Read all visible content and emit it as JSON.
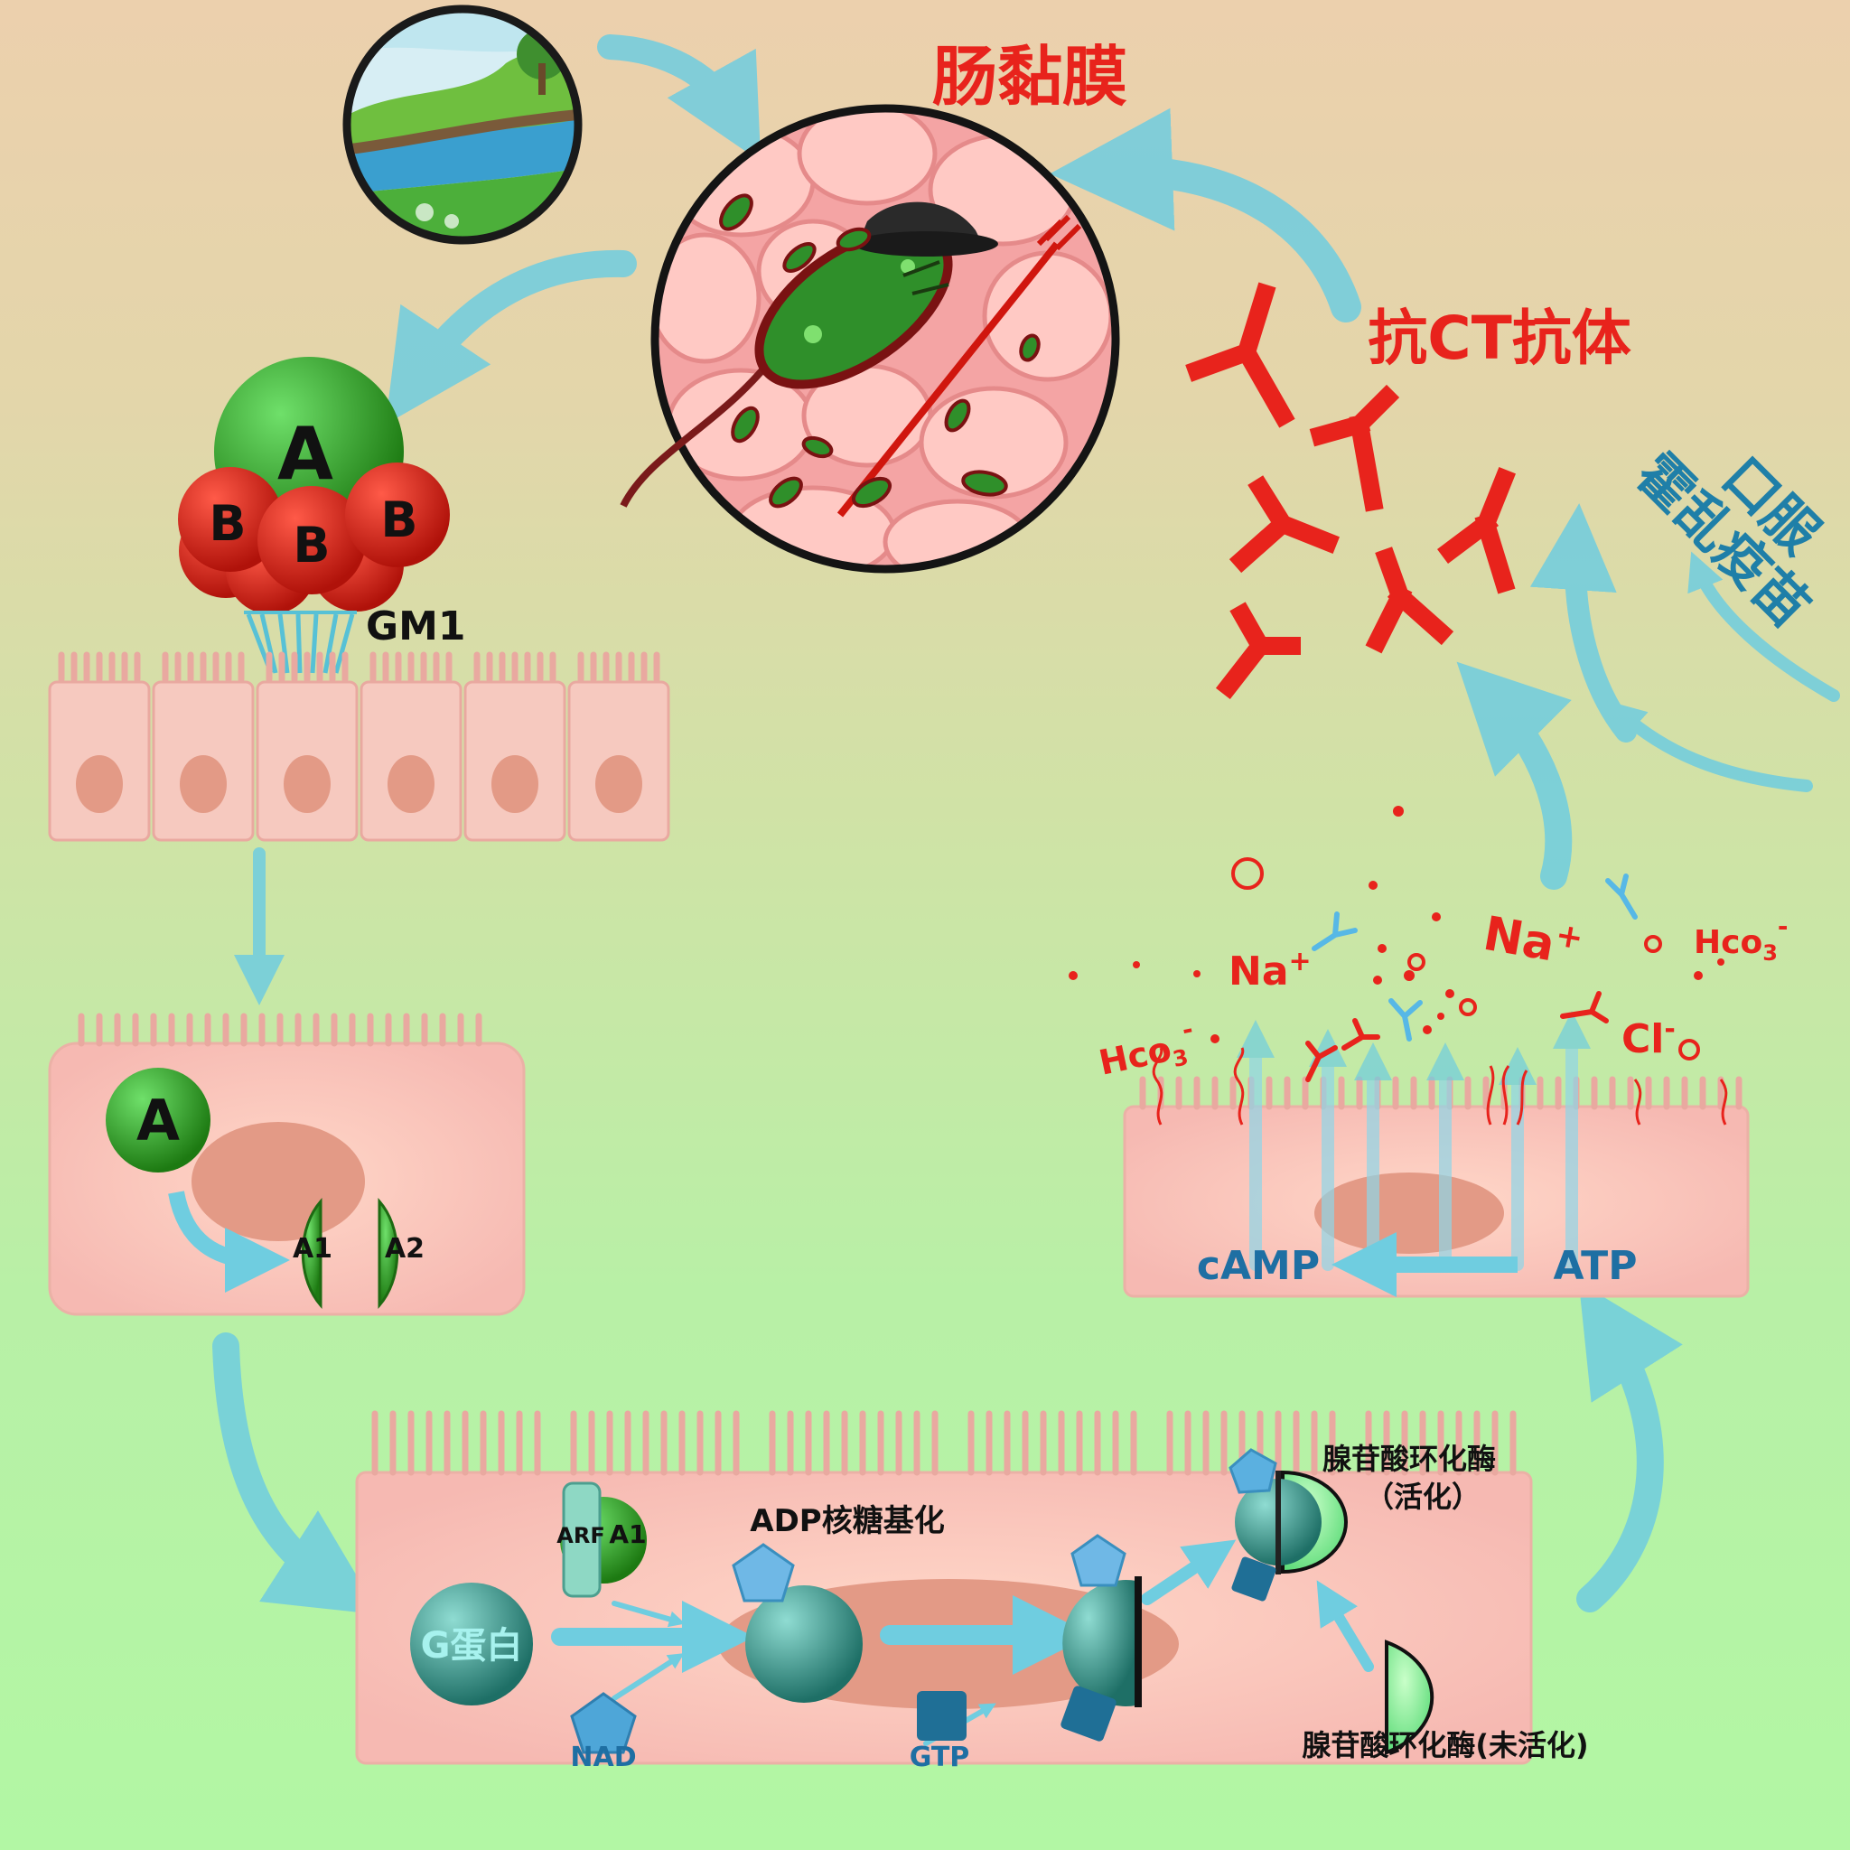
{
  "labels": {
    "mucosa": "肠黏膜",
    "antibody": "抗CT抗体",
    "vaccine_line1": "口服",
    "vaccine_line2": "霍乱疫苗",
    "toxin_a": "A",
    "toxin_b": "B",
    "gm1": "GM1",
    "a1": "A1",
    "a2": "A2",
    "arf": "ARF",
    "g_protein": "G蛋白",
    "nad": "NAD",
    "gtp": "GTP",
    "adp_ribosylation": "ADP核糖基化",
    "adenylate_cyclase_active_1": "腺苷酸环化酶",
    "adenylate_cyclase_active_2": "（活化）",
    "adenylate_cyclase_inactive": "腺苷酸环化酶(未活化)",
    "camp": "cAMP",
    "atp": "ATP",
    "na1": "Na",
    "na2": "Na",
    "plus": "+",
    "hco3_left": "Hco",
    "hco3_right": "Hco",
    "sub3": "3",
    "minus": "-",
    "cl": "Cl"
  },
  "icons": [
    "river-scene-icon",
    "vibrio-bacterium-icon",
    "antibody-icon",
    "cell-nucleus-icon"
  ],
  "colors": {
    "arrow": "#6fcde0",
    "red_text": "#e8231c",
    "blue_text": "#1e6fa3",
    "toxin_green": "#2f9a1f",
    "toxin_red": "#d31c12",
    "cell": "#f6c9bf",
    "teal_protein": "#2f8f86"
  }
}
